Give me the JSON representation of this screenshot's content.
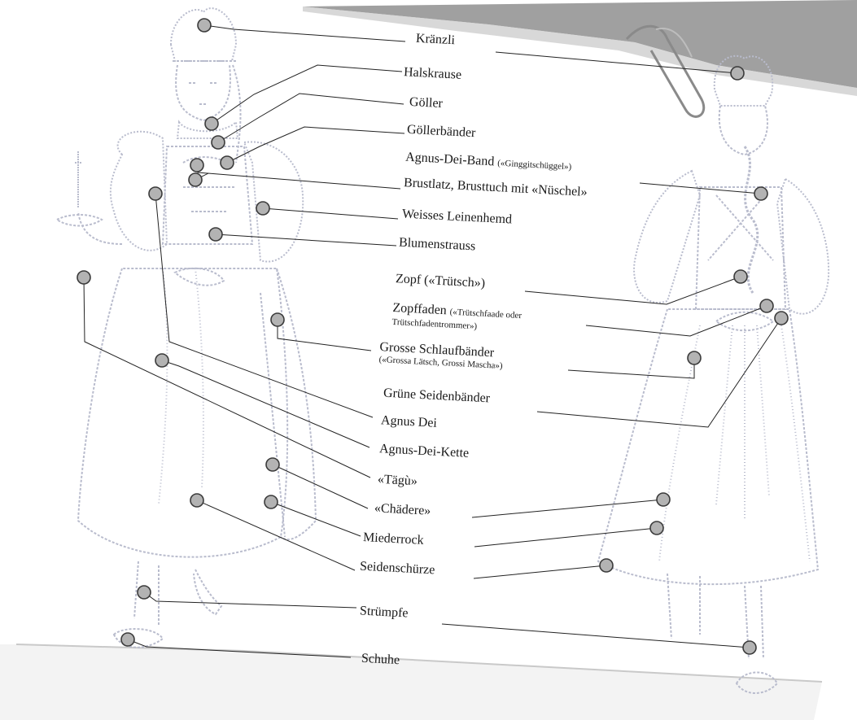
{
  "colors": {
    "paper": "#ffffff",
    "paper_shadow": "#e9e9e9",
    "corner_band": "#8f8f8f",
    "outline": "#b9bccd",
    "outline_dark": "#9a9cae",
    "leader": "#222222",
    "marker_fill": "#b3b3b3",
    "marker_stroke": "#3a3a3a",
    "text": "#1a1a1a"
  },
  "illustration": {
    "subject": "Swiss traditional women's costume, front and back view",
    "clip_icon": "paper-clip-icon"
  },
  "labels": [
    {
      "id": "kraenzli",
      "text": "Kränzli"
    },
    {
      "id": "halskrause",
      "text": "Halskrause"
    },
    {
      "id": "goeller",
      "text": "Göller"
    },
    {
      "id": "goellerbaender",
      "text": "Göllerbänder"
    },
    {
      "id": "agnus-dei-band",
      "text": "Agnus-Dei-Band",
      "note": "(«Ginggitschüggel»)"
    },
    {
      "id": "brustlatz",
      "text": "Brustlatz, Brusttuch mit «Nüschel»"
    },
    {
      "id": "leinenhemd",
      "text": "Weisses Leinenhemd"
    },
    {
      "id": "blumenstrauss",
      "text": "Blumenstrauss"
    },
    {
      "id": "zopf",
      "text": "Zopf («Trütsch»)"
    },
    {
      "id": "zopffaden",
      "text": "Zopffaden",
      "note": "(«Trütschfaade oder",
      "sub": "Trütschfadentrommer»)"
    },
    {
      "id": "schlaufbaender",
      "text": "Grosse Schlaufbänder",
      "sub": "(«Grossa Lätsch, Grossi Mascha»)"
    },
    {
      "id": "seidenbaender",
      "text": "Grüne Seidenbänder"
    },
    {
      "id": "agnus-dei",
      "text": "Agnus Dei"
    },
    {
      "id": "agnus-dei-kette",
      "text": "Agnus-Dei-Kette"
    },
    {
      "id": "taegu",
      "text": "«Tägù»"
    },
    {
      "id": "chaedere",
      "text": "«Chädere»"
    },
    {
      "id": "miederrock",
      "text": "Miederrock"
    },
    {
      "id": "seidenschuerze",
      "text": "Seidenschürze"
    },
    {
      "id": "struempfe",
      "text": "Strümpfe"
    },
    {
      "id": "schuhe",
      "text": "Schuhe"
    }
  ]
}
